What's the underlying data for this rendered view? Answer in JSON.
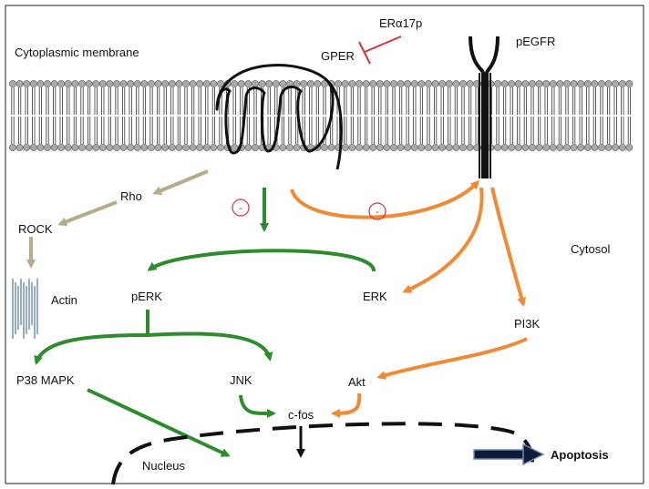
{
  "labels": {
    "cytoplasmic_membrane": "Cytoplasmic membrane",
    "gper": "GPER",
    "er_alpha17p": "ERα17p",
    "pegfr": "pEGFR",
    "cytosol": "Cytosol",
    "rho": "Rho",
    "rock": "ROCK",
    "actin": "Actin",
    "perk": "pERK",
    "erk": "ERK",
    "pi3k": "PI3K",
    "p38_mapk": "P38 MAPK",
    "jnk": "JNK",
    "akt": "Akt",
    "c_fos": "c-fos",
    "nucleus": "Nucleus",
    "apoptosis": "Apoptosis",
    "inhibit_sign_1": "-",
    "inhibit_sign_2": "-"
  },
  "colors": {
    "green_pathway": "#2e8b2e",
    "orange_pathway": "#f08a35",
    "rho_pathway": "#b5ad8a",
    "inhibition": "#d8333b",
    "membrane_head": "#a9a9a9",
    "actin": "#7e97b8",
    "apoptosis_arrow": "#0d1a3a"
  }
}
